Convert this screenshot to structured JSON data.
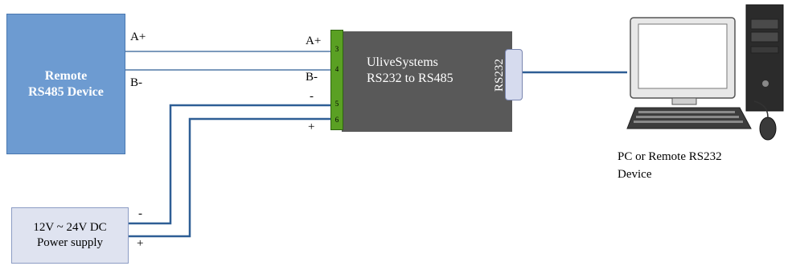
{
  "remote_device": {
    "line1": "Remote",
    "line2": "RS485 Device"
  },
  "power_supply": {
    "line1": "12V ~ 24V DC",
    "line2": "Power supply",
    "minus": "-",
    "plus": "+"
  },
  "converter": {
    "line1": "UliveSystems",
    "line2": "RS232 to RS485",
    "port_label": "RS232"
  },
  "terminal_pins": [
    "3",
    "4",
    "5",
    "6"
  ],
  "wire_labels": {
    "left_a_plus": "A+",
    "left_b_minus": "B-",
    "right_a_plus": "A+",
    "right_b_minus": "B-",
    "right_minus": "-",
    "right_plus": "+"
  },
  "pc": {
    "caption_line1": "PC or Remote RS232",
    "caption_line2": "Device"
  },
  "colors": {
    "remote_fill": "#6d9bd1",
    "converter_fill": "#595959",
    "terminal_fill": "#5aa023",
    "wire": "#2e5e95",
    "power_fill": "#dfe3f0"
  }
}
